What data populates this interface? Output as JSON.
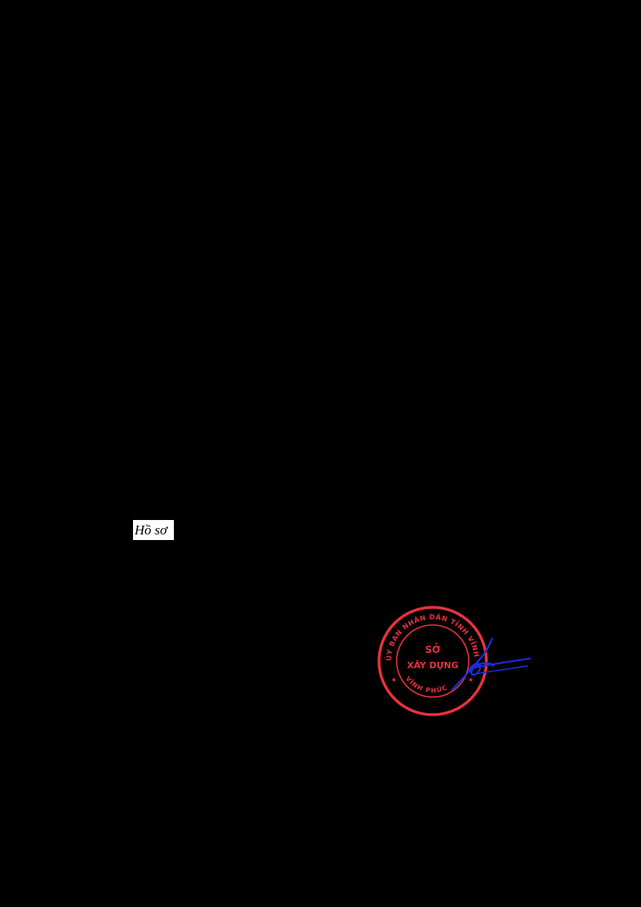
{
  "document": {
    "visible_text": "Hồ sơ"
  },
  "stamp": {
    "center_line_1": "SỞ",
    "center_line_2": "XÂY DỰNG",
    "ring_text": "ỦY BAN NHÂN DÂN TỈNH VĨNH PHÚC",
    "bottom_text": "VĨNH PHÚC",
    "color": "#e8323c"
  },
  "signature": {
    "color": "#1a2ee0"
  },
  "colors": {
    "background": "#000000",
    "paper": "#ffffff"
  }
}
